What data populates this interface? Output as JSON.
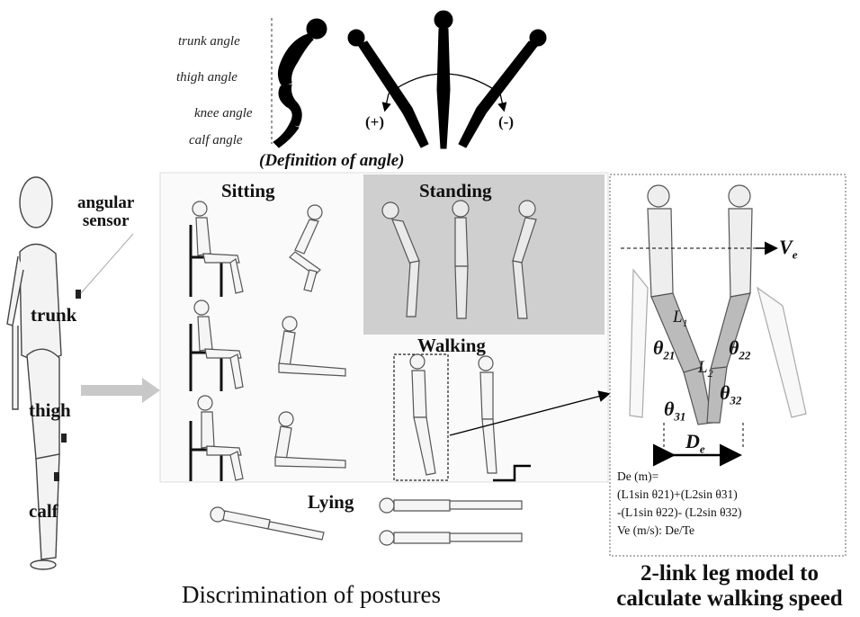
{
  "angle_definition": {
    "labels": [
      "trunk angle",
      "thigh angle",
      "knee angle",
      "calf angle"
    ],
    "plus": "(+)",
    "minus": "(-)",
    "caption": "(Definition of angle)"
  },
  "sensor_body": {
    "sensor_label_1": "angular",
    "sensor_label_2": "sensor",
    "trunk": "trunk",
    "thigh": "thigh",
    "calf": "calf"
  },
  "postures": {
    "sitting": "Sitting",
    "standing": "Standing",
    "walking": "Walking",
    "lying": "Lying"
  },
  "leg_model": {
    "ve_symbol": "V",
    "ve_sub": "e",
    "l1": "L",
    "l1_sub": "1",
    "l2": "L",
    "l2_sub": "2",
    "theta21_sub": "21",
    "theta22_sub": "22",
    "theta31_sub": "31",
    "theta32_sub": "32",
    "de_symbol": "D",
    "de_sub": "e",
    "formula_line1": "De (m)=",
    "formula_line2": "(L1sin θ21)+(L2sin θ31)",
    "formula_line3": "-(L1sin θ22)- (L2sin θ32)",
    "formula_line4": "Ve (m/s): De/Te"
  },
  "captions": {
    "postures": "Discrimination of postures",
    "model_line1": "2-link leg model to",
    "model_line2": "calculate walking speed"
  }
}
